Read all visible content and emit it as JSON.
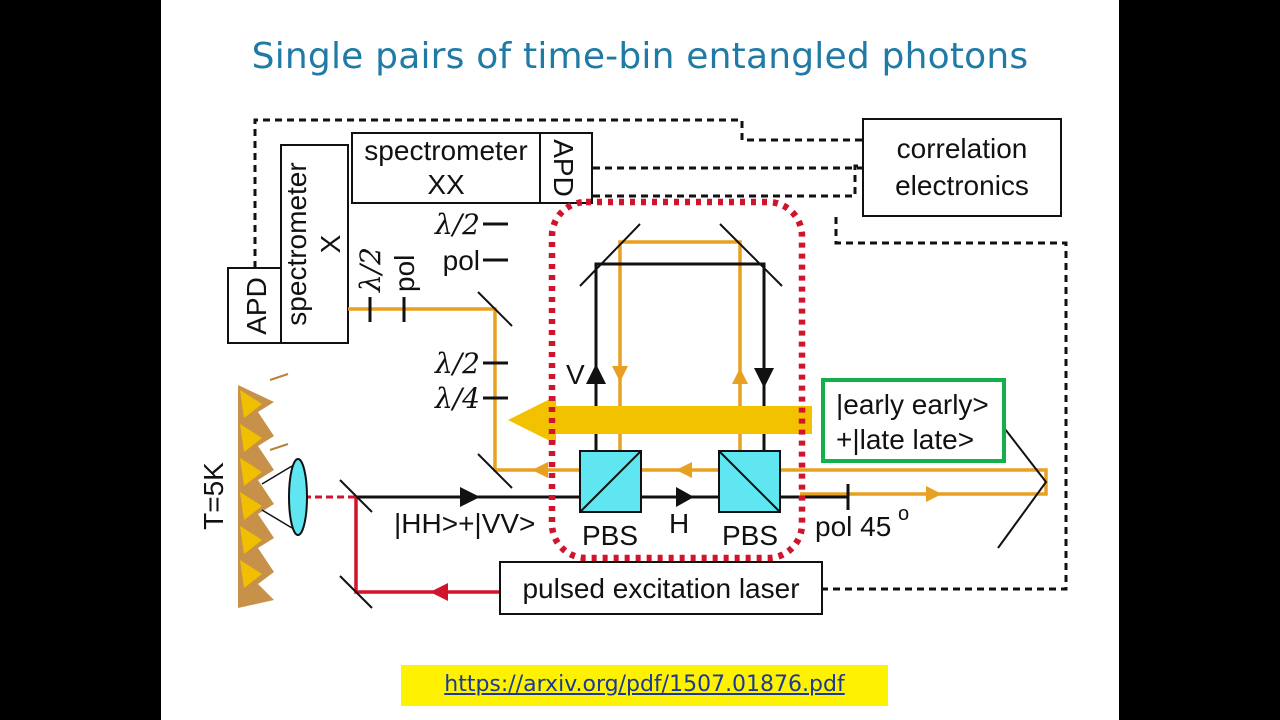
{
  "slide": {
    "title": "Single pairs of time-bin entangled photons",
    "link": "https://arxiv.org/pdf/1507.01876.pdf"
  },
  "diagram": {
    "correlation_line1": "correlation",
    "correlation_line2": "electronics",
    "spectrometer_xx_line1": "spectrometer",
    "spectrometer_xx_line2": "XX",
    "apd_top": "APD",
    "apd_left": "APD",
    "spectrometer_x_line1": "spectrometer",
    "spectrometer_x_line2": "X",
    "lambda_half_a": "λ/2",
    "pol_a": "pol",
    "lambda_half_b": "λ/2",
    "pol_b": "pol",
    "lambda_half_c": "λ/2",
    "lambda_quarter": "λ/4",
    "state_line1": "|early early>",
    "state_line2": "+|late late>",
    "v_label": "V",
    "h_label": "H",
    "hhvv": "|HH>+|VV>",
    "pbs1": "PBS",
    "pbs2": "PBS",
    "pol45": "pol 45",
    "degree": "o",
    "temperature": "T=5K",
    "laser": "pulsed excitation laser"
  },
  "colors": {
    "title": "#1f7aa6",
    "orange_beam": "#e8a020",
    "red_beam": "#d0142c",
    "cyan_pbs": "#5fe6f0",
    "green_box": "#12b04a",
    "yellow_arrow": "#f2c200",
    "link_highlight": "#fff200"
  }
}
